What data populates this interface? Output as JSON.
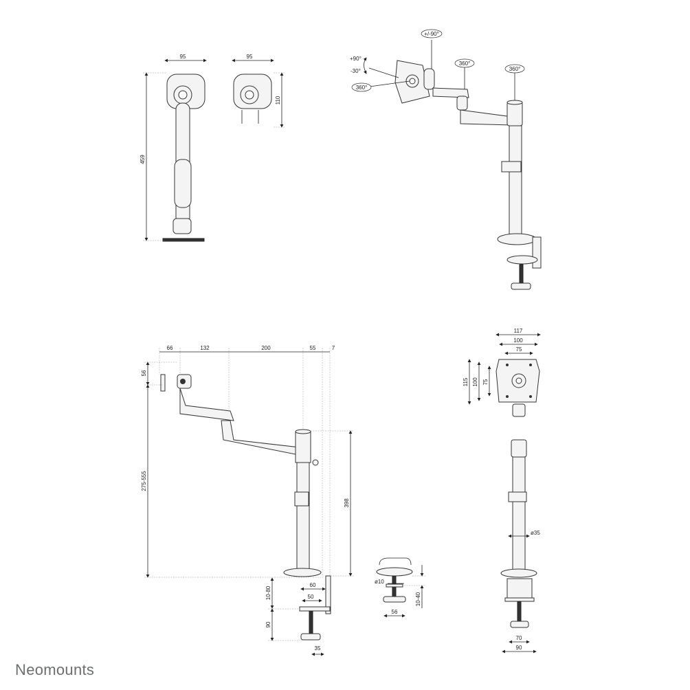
{
  "brand": {
    "logo_text": "Neomounts",
    "color": "#6d6e70"
  },
  "views": {
    "front_top": {
      "height": "459",
      "width_a": "95",
      "width_b": "95",
      "head_height": "110"
    },
    "isometric": {
      "tilt_up": "+90°",
      "tilt_down": "-30°",
      "rotation": "360°",
      "swivel_head": "+/-90°",
      "swivel_arm": "360°",
      "swivel_pole": "360°"
    },
    "side": {
      "seg1": "66",
      "seg2": "132",
      "seg3": "200",
      "seg4": "55",
      "seg5": "7",
      "top_offset": "56",
      "height_range": "275-555",
      "pole_height": "398",
      "clamp_outer": "60",
      "clamp_inner": "50",
      "desk_range": "10-80",
      "screw_len": "90",
      "clamp_depth": "35"
    },
    "grommet": {
      "hole": "ø10",
      "base": "56",
      "desk_range": "10-40"
    },
    "front_bottom": {
      "plate_outer": "117",
      "vesa_100": "100",
      "vesa_75": "75",
      "plate_h": "115",
      "vesa_h100": "100",
      "vesa_h75": "75",
      "pole_dia": "ø35",
      "clamp_w70": "70",
      "clamp_w90": "90"
    }
  }
}
